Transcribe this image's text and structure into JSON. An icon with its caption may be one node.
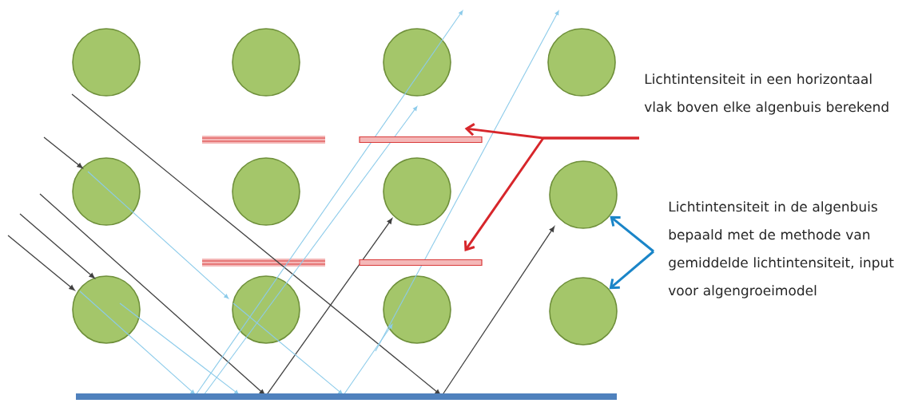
{
  "diagram": {
    "nodes": [
      {
        "text": [
          "Lichtintensiteit in een horizontaal vlak boven elke algenbuis berekend"
        ]
      },
      {
        "text": [
          "Lichtintensiteit in de algenbuis bepaald met de methode van gemiddelde lichtintensiteit, input voor algengroeimodel"
        ]
      },
      {
        "text": [],
        "shape": "bar"
      },
      {
        "text": [],
        "shape": "bar"
      },
      {
        "text": [],
        "shape": "circle"
      },
      {
        "text": [],
        "shape": "circle"
      }
    ],
    "edges": [
      {
        "from": 0,
        "to": 2,
        "arrow": "to",
        "color": "#d7262b"
      },
      {
        "from": 0,
        "to": 3,
        "arrow": "to",
        "color": "#d7262b"
      },
      {
        "from": 1,
        "to": 4,
        "arrow": "to",
        "color": "#1a85c8"
      },
      {
        "from": 1,
        "to": 5,
        "arrow": "to",
        "color": "#1a85c8"
      }
    ]
  }
}
